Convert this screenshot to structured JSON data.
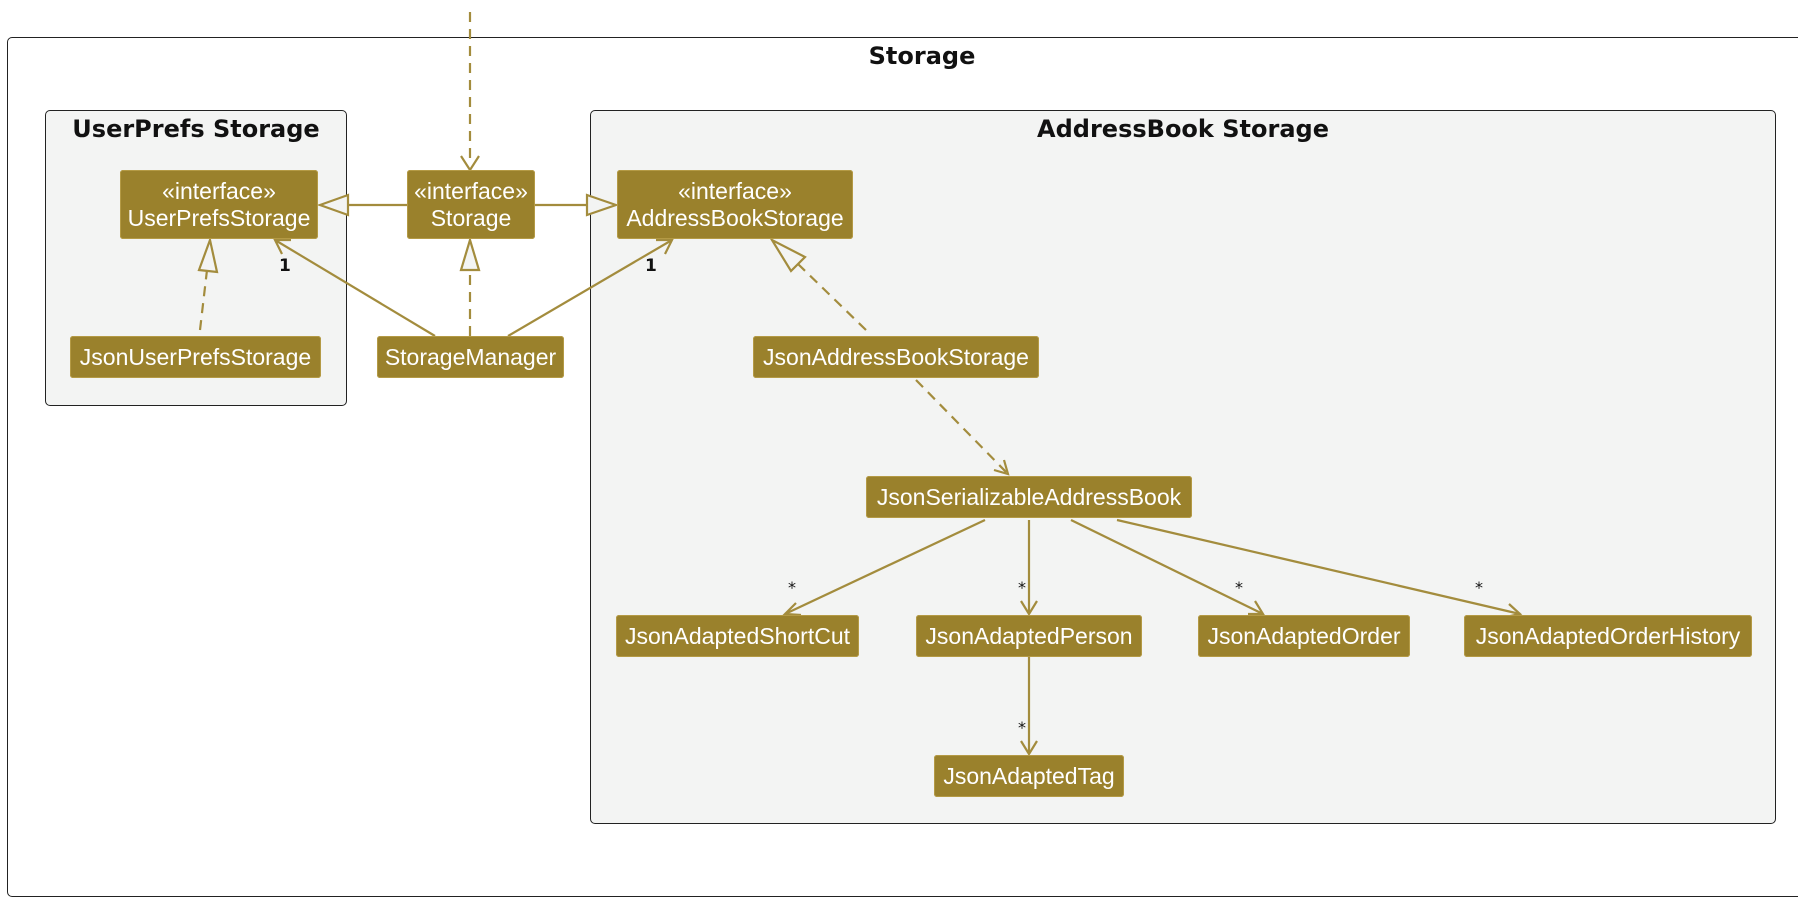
{
  "colors": {
    "class_fill": "#9a812c",
    "edge": "#a38c3d",
    "package_fill": "#f3f4f3",
    "package_border": "#222222",
    "text_on_class": "#ffffff"
  },
  "packages": {
    "outer": {
      "title": "Storage"
    },
    "userprefs": {
      "title": "UserPrefs Storage"
    },
    "addressbook": {
      "title": "AddressBook Storage"
    }
  },
  "classes": {
    "userprefs_storage": {
      "stereotype": "«interface»",
      "name": "UserPrefsStorage"
    },
    "storage": {
      "stereotype": "«interface»",
      "name": "Storage"
    },
    "addressbook_storage": {
      "stereotype": "«interface»",
      "name": "AddressBookStorage"
    },
    "json_userprefs_storage": {
      "name": "JsonUserPrefsStorage"
    },
    "storage_manager": {
      "name": "StorageManager"
    },
    "json_addressbook_storage": {
      "name": "JsonAddressBookStorage"
    },
    "json_serializable_addressbook": {
      "name": "JsonSerializableAddressBook"
    },
    "json_adapted_shortcut": {
      "name": "JsonAdaptedShortCut"
    },
    "json_adapted_person": {
      "name": "JsonAdaptedPerson"
    },
    "json_adapted_order": {
      "name": "JsonAdaptedOrder"
    },
    "json_adapted_order_history": {
      "name": "JsonAdaptedOrderHistory"
    },
    "json_adapted_tag": {
      "name": "JsonAdaptedTag"
    }
  },
  "multiplicities": {
    "manager_to_userprefs": "1",
    "manager_to_addressbook": "1",
    "to_shortcut": "*",
    "to_person": "*",
    "to_order": "*",
    "to_order_history": "*",
    "to_tag": "*"
  }
}
